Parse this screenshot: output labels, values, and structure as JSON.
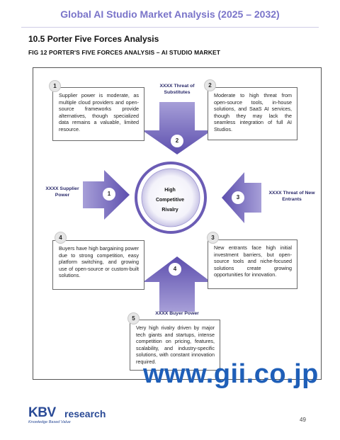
{
  "header": {
    "title": "Global AI Studio Market Analysis (2025 – 2032)"
  },
  "section": {
    "heading": "10.5 Porter Five Forces Analysis"
  },
  "figure": {
    "caption": "FIG 12   PORTER'S FIVE FORCES ANALYSIS – AI STUDIO MARKET"
  },
  "colors": {
    "accent": "#7a74c9",
    "arrow": "#6b5cb5",
    "ring": "#6b5cb5"
  },
  "center": {
    "line1": "High",
    "line2": "Competitive",
    "line3": "Rivalry"
  },
  "forces": {
    "threat_substitutes": {
      "label": "XXXX Threat of Substitutes",
      "badge": "2"
    },
    "supplier_power": {
      "label": "XXXX Supplier Power",
      "badge": "1"
    },
    "new_entrants": {
      "label": "XXXX Threat of New Entrants",
      "badge": "3"
    },
    "buyer_power": {
      "label": "XXXX Buyer Power",
      "badge": "4"
    }
  },
  "boxes": [
    {
      "badge": "1",
      "text": "Supplier power is moderate, as multiple cloud providers and open-source frameworks provide alternatives, though specialized data remains a valuable, limited resource."
    },
    {
      "badge": "2",
      "text": "Moderate to high threat from open-source tools, in-house solutions, and SaaS AI services, though they may lack the seamless integration of full AI Studios."
    },
    {
      "badge": "4",
      "text": "Buyers have high bargaining power due to strong competition, easy platform switching, and growing use of open-source or custom-built solutions."
    },
    {
      "badge": "3",
      "text": "New entrants face high initial investment barriers, but open-source tools and niche-focused solutions create growing opportunities for innovation."
    },
    {
      "badge": "5",
      "text": "Very high rivalry driven by major tech giants and startups, intense competition on pricing, features, scalability, and industry-specific solutions, with constant innovation required."
    }
  ],
  "watermark": "www.gii.co.jp",
  "footer": {
    "logo_kbv": "KBV",
    "logo_research": "research",
    "tagline": "Knowledge Based Value",
    "page_number": "49"
  }
}
